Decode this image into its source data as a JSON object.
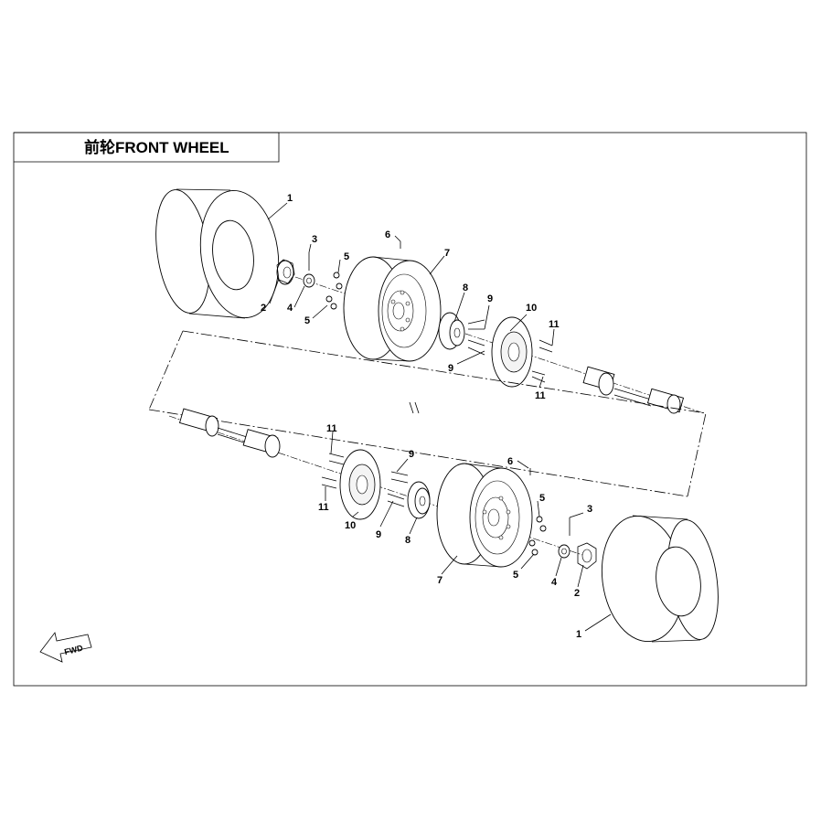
{
  "title": "前轮FRONT WHEEL",
  "direction_label": "FWD",
  "callouts": {
    "u1": "1",
    "u2": "2",
    "u3": "3",
    "u4": "4",
    "u5a": "5",
    "u5b": "5",
    "u6": "6",
    "u7": "7",
    "u8": "8",
    "u9a": "9",
    "u9b": "9",
    "u10": "10",
    "u11a": "11",
    "u11b": "11",
    "l1": "1",
    "l2": "2",
    "l3": "3",
    "l4": "4",
    "l5a": "5",
    "l5b": "5",
    "l6": "6",
    "l7": "7",
    "l8": "8",
    "l9a": "9",
    "l9b": "9",
    "l10": "10",
    "l11a": "11",
    "l11b": "11"
  }
}
